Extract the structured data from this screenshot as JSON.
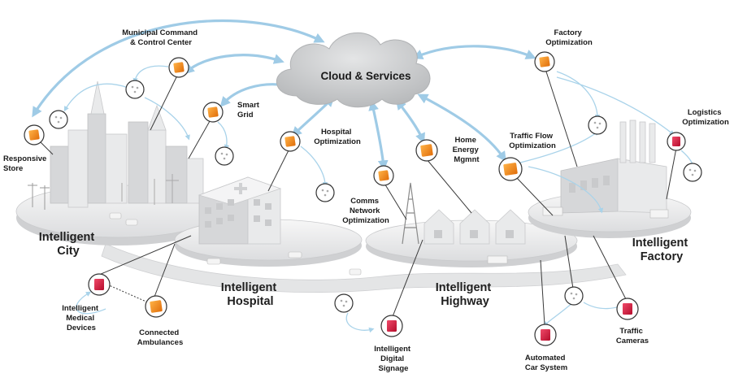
{
  "cloud": {
    "label": "Cloud & Services"
  },
  "zones": {
    "city": [
      "Intelligent",
      "City"
    ],
    "hospital": [
      "Intelligent",
      "Hospital"
    ],
    "highway": [
      "Intelligent",
      "Highway"
    ],
    "factory": [
      "Intelligent",
      "Factory"
    ]
  },
  "nodes": {
    "municipal": [
      "Municipal Command",
      "& Control Center"
    ],
    "smart_grid": [
      "Smart",
      "Grid"
    ],
    "responsive_store": [
      "Responsive",
      "Store"
    ],
    "hospital_opt": [
      "Hospital",
      "Optimization"
    ],
    "home_energy": [
      "Home",
      "Energy",
      "Mgmnt"
    ],
    "comms": [
      "Comms",
      "Network",
      "Optimization"
    ],
    "factory_opt": [
      "Factory",
      "Optimization"
    ],
    "traffic_flow": [
      "Traffic Flow",
      "Optimization"
    ],
    "logistics": [
      "Logistics",
      "Optimization"
    ],
    "medical": [
      "Intelligent",
      "Medical",
      "Devices"
    ],
    "ambulances": [
      "Connected",
      "Ambulances"
    ],
    "signage": [
      "Intelligent",
      "Digital",
      "Signage"
    ],
    "car_system": [
      "Automated",
      "Car System"
    ],
    "cameras": [
      "Traffic",
      "Cameras"
    ]
  },
  "colors": {
    "arrow": "#9fcbe6",
    "orange_icon": "#f08a1c",
    "red_icon": "#d7173a",
    "cloud": "#c9cbcd"
  }
}
